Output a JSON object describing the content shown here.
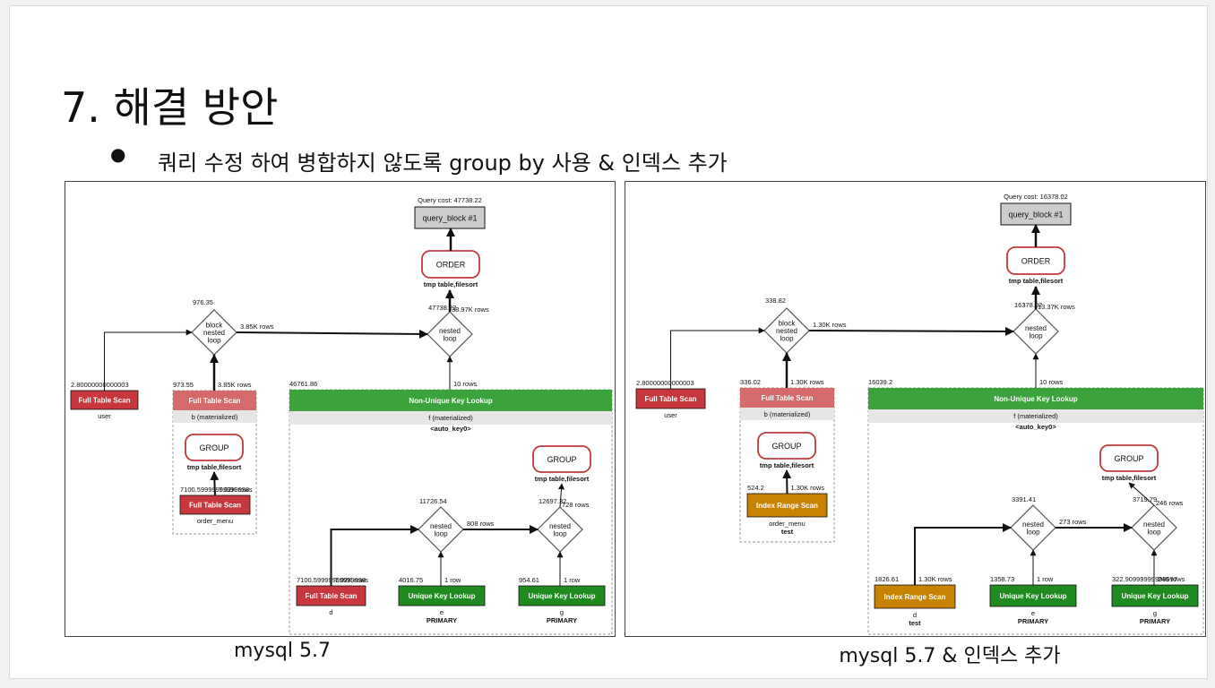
{
  "slide": {
    "title": "7.  해결 방안",
    "bullet": "쿼리 수정 하여 병합하지 않도록  group by 사용 & 인덱스 추가"
  },
  "colors": {
    "red_scan": "#c8373c",
    "red_header": "#d56a6a",
    "green": "#1f8a1f",
    "green_header": "#3ca33c",
    "orange": "#c78200",
    "query_block": "#cccccc",
    "group_border": "#c0393b"
  },
  "diagrams": [
    {
      "caption": "mysql 5.7",
      "query_cost": "Query cost: 47738.22",
      "query_block": "query_block #1",
      "order": {
        "label": "ORDER",
        "sub": "tmp table,filesort"
      },
      "top_loop": {
        "label": [
          "nested",
          "loop"
        ],
        "cost": "47738.22",
        "rows": "38.97K rows"
      },
      "block_loop": {
        "label": [
          "block",
          "nested",
          "loop"
        ],
        "cost": "976.35",
        "rows": "3.85K rows"
      },
      "user_scan": {
        "cost": "2.80000000000003",
        "label": "Full Table Scan",
        "table": "user"
      },
      "derived_b": {
        "cost": "973.55",
        "rows": "3.85K rows",
        "header": "Full Table Scan",
        "name": "b (materialized)"
      },
      "group_b": {
        "label": "GROUP",
        "sub": "tmp table,filesort"
      },
      "inner_b": {
        "cost": "7100.59999999999998",
        "rows": "7.02K rows",
        "label": "Full Table Scan",
        "table": "order_menu",
        "key": ""
      },
      "ref_rows": "10 rows",
      "derived_f": {
        "cost": "46761.86",
        "header": "Non-Unique Key Lookup",
        "name": "f (materialized)",
        "key": "<auto_key0>"
      },
      "group_f": {
        "label": "GROUP",
        "sub": "tmp table,filesort"
      },
      "loop1": {
        "label": [
          "nested",
          "loop"
        ],
        "cost": "11726.54",
        "rows": "808 rows"
      },
      "loop2": {
        "label": [
          "nested",
          "loop"
        ],
        "cost": "12697.32",
        "rows": "728 rows"
      },
      "d": {
        "cost": "7100.59999999999998",
        "rows": "7.02K rows",
        "label": "Full Table Scan",
        "table": "d",
        "key": ""
      },
      "e": {
        "cost": "4016.75",
        "rows": "1 row",
        "label": "Unique Key Lookup",
        "table": "e",
        "key": "PRIMARY"
      },
      "g": {
        "cost": "954.61",
        "rows": "1 row",
        "label": "Unique Key Lookup",
        "table": "g",
        "key": "PRIMARY"
      }
    },
    {
      "caption": "mysql 5.7 & 인덱스 추가",
      "query_cost": "Query cost: 16378.02",
      "query_block": "query_block #1",
      "order": {
        "label": "ORDER",
        "sub": "tmp table,filesort"
      },
      "top_loop": {
        "label": [
          "nested",
          "loop"
        ],
        "cost": "16378.02",
        "rows": "13.37K rows"
      },
      "block_loop": {
        "label": [
          "block",
          "nested",
          "loop"
        ],
        "cost": "338.82",
        "rows": "1.30K rows"
      },
      "user_scan": {
        "cost": "2.80000000000003",
        "label": "Full Table Scan",
        "table": "user"
      },
      "derived_b": {
        "cost": "336.02",
        "rows": "1.30K rows",
        "header": "Full Table Scan",
        "name": "b (materialized)"
      },
      "group_b": {
        "label": "GROUP",
        "sub": "tmp table,filesort"
      },
      "inner_b": {
        "cost": "524.2",
        "rows": "1.30K rows",
        "label": "Index Range Scan",
        "table": "order_menu",
        "key": "test"
      },
      "ref_rows": "10 rows",
      "derived_f": {
        "cost": "16039.2",
        "header": "Non-Unique Key Lookup",
        "name": "f (materialized)",
        "key": "<auto_key0>"
      },
      "group_f": {
        "label": "GROUP",
        "sub": "tmp table,filesort"
      },
      "loop1": {
        "label": [
          "nested",
          "loop"
        ],
        "cost": "3391.41",
        "rows": "273 rows"
      },
      "loop2": {
        "label": [
          "nested",
          "loop"
        ],
        "cost": "3719.79",
        "rows": "246 rows"
      },
      "d": {
        "cost": "1826.61",
        "rows": "1.30K rows",
        "label": "Index Range Scan",
        "table": "d",
        "key": "test"
      },
      "e": {
        "cost": "1358.73",
        "rows": "1 row",
        "label": "Unique Key Lookup",
        "table": "e",
        "key": "PRIMARY"
      },
      "g": {
        "cost": "322.90999999999997",
        "rows": "246 rows",
        "label": "Unique Key Lookup",
        "table": "g",
        "key": "PRIMARY"
      }
    }
  ]
}
